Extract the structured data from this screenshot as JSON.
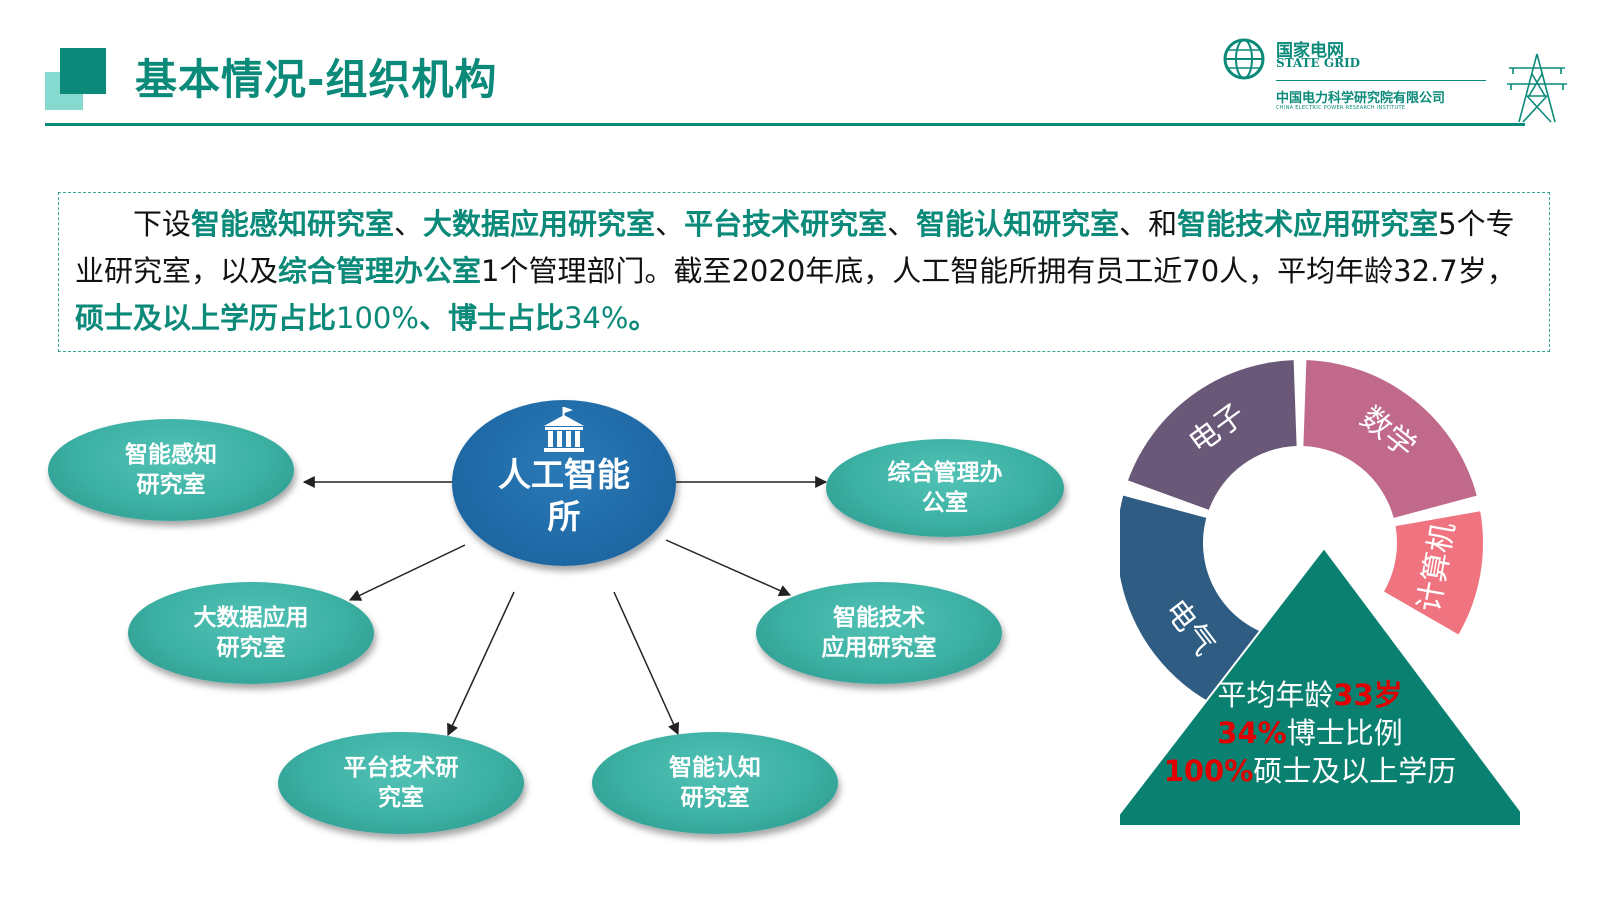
{
  "header": {
    "title": "基本情况-组织机构"
  },
  "logo": {
    "name_cn": "国家电网",
    "name_en": "STATE GRID",
    "org_cn": "中国电力科学研究院有限公司",
    "org_en": "CHINA ELECTRIC POWER RESEARCH INSTITUTE"
  },
  "intro": {
    "lead": "下设",
    "lab1": "智能感知研究室",
    "sep1": "、",
    "lab2": "大数据应用研究室",
    "sep2": "、",
    "lab3": "平台技术研究室",
    "sep3": "、",
    "lab4": "智能认知研究室",
    "sep4": "、和",
    "lab5": "智能技术应用研究室",
    "mid1": "5个专业研究室，以及",
    "office": "综合管理办公室",
    "mid2": "1个管理部门。截至2020年底，人工智能所拥有员工近70人，平均年龄32.7岁，",
    "stat1_label": "硕士及以上学历占比",
    "stat1_value": "100%",
    "sep5": "、",
    "stat2_label": "博士占比",
    "stat2_value": "34%",
    "end": "。"
  },
  "org": {
    "center": {
      "line1": "人工智能",
      "line2": "所"
    },
    "nodes": [
      {
        "line1": "智能感知",
        "line2": "研究室"
      },
      {
        "line1": "大数据应用",
        "line2": "研究室"
      },
      {
        "line1": "平台技术研",
        "line2": "究室"
      },
      {
        "line1": "智能认知",
        "line2": "研究室"
      },
      {
        "line1": "智能技术",
        "line2": "应用研究室"
      },
      {
        "line1": "综合管理办",
        "line2": "公室"
      }
    ]
  },
  "disciplines": {
    "segments": [
      {
        "label": "电气",
        "color": "#2f5c82"
      },
      {
        "label": "电子",
        "color": "#6a5878"
      },
      {
        "label": "数学",
        "color": "#c0698a"
      },
      {
        "label": "计算机",
        "color": "#f07480"
      }
    ],
    "triangle_color": "#0a8070"
  },
  "stats": {
    "age_label": "平均年龄",
    "age_value": "33岁",
    "phd_value": "34%",
    "phd_label": "博士比例",
    "master_value": "100%",
    "master_label": "硕士及以上学历"
  },
  "colors": {
    "accent": "#0b8a7a",
    "node": "#3bb0a3",
    "center": "#1d67a3"
  }
}
